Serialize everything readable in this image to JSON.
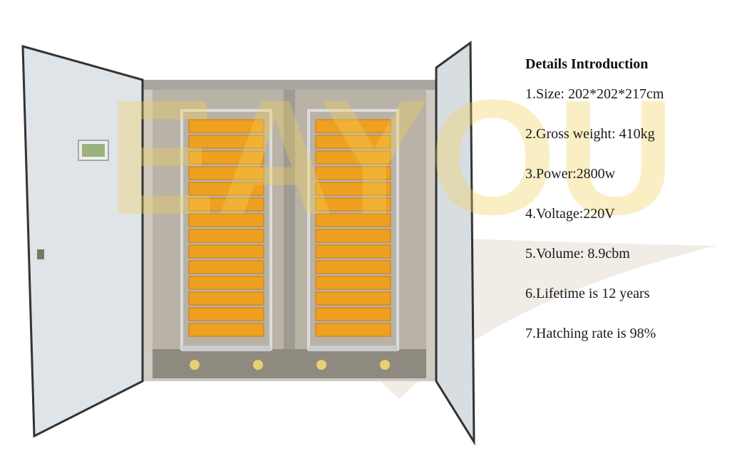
{
  "watermark": {
    "text": "EAYOU",
    "color": "#f2d25a"
  },
  "product_image": {
    "subject": "incubator-with-open-doors",
    "tray_color": "#f0a020"
  },
  "details": {
    "title": "Details Introduction",
    "items": [
      "1.Size: 202*202*217cm",
      "2.Gross weight: 410kg",
      "3.Power:2800w",
      "4.Voltage:220V",
      "5.Volume: 8.9cbm",
      "6.Lifetime is 12 years",
      "7.Hatching rate is 98%"
    ]
  }
}
